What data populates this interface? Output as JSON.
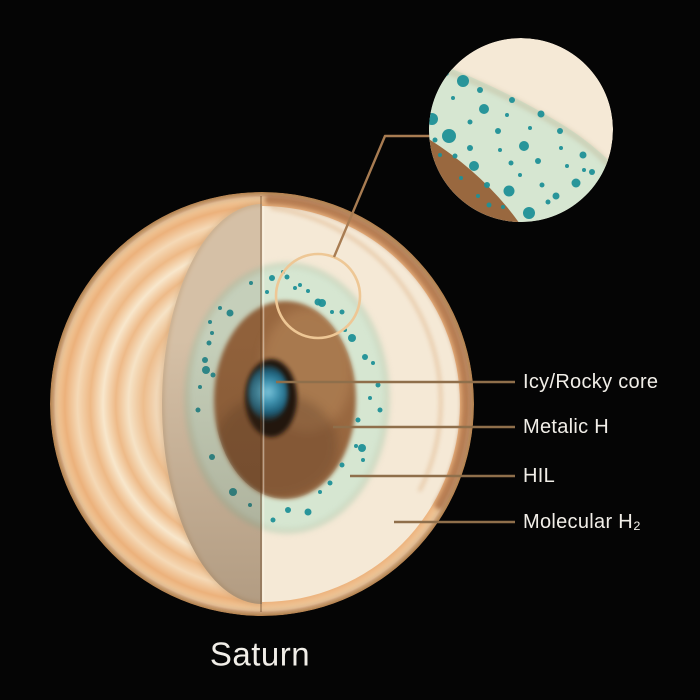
{
  "title": "Saturn",
  "legend": [
    {
      "label": "Icy/Rocky core"
    },
    {
      "label": "Metalic H"
    },
    {
      "label": "HIL"
    },
    {
      "label": "Molecular H₂"
    }
  ],
  "colors": {
    "background": "#050505",
    "text": "#f1eee8",
    "leader_line": "#8f6f4b",
    "connector_line": "#a87c52",
    "magnifier_stroke": "#eec795",
    "dot_teal": "#1f9097",
    "molecular_cream": "#f5e9d6",
    "left_face_cream": "#e9d5ba",
    "hil_green": "#d6e6d1",
    "metallic_brown": "#99683f",
    "rim_brown": "#b5794e",
    "core_dark": "#241710",
    "core_blue": "#3f93b0",
    "surface_tan": "#f0c79b"
  }
}
